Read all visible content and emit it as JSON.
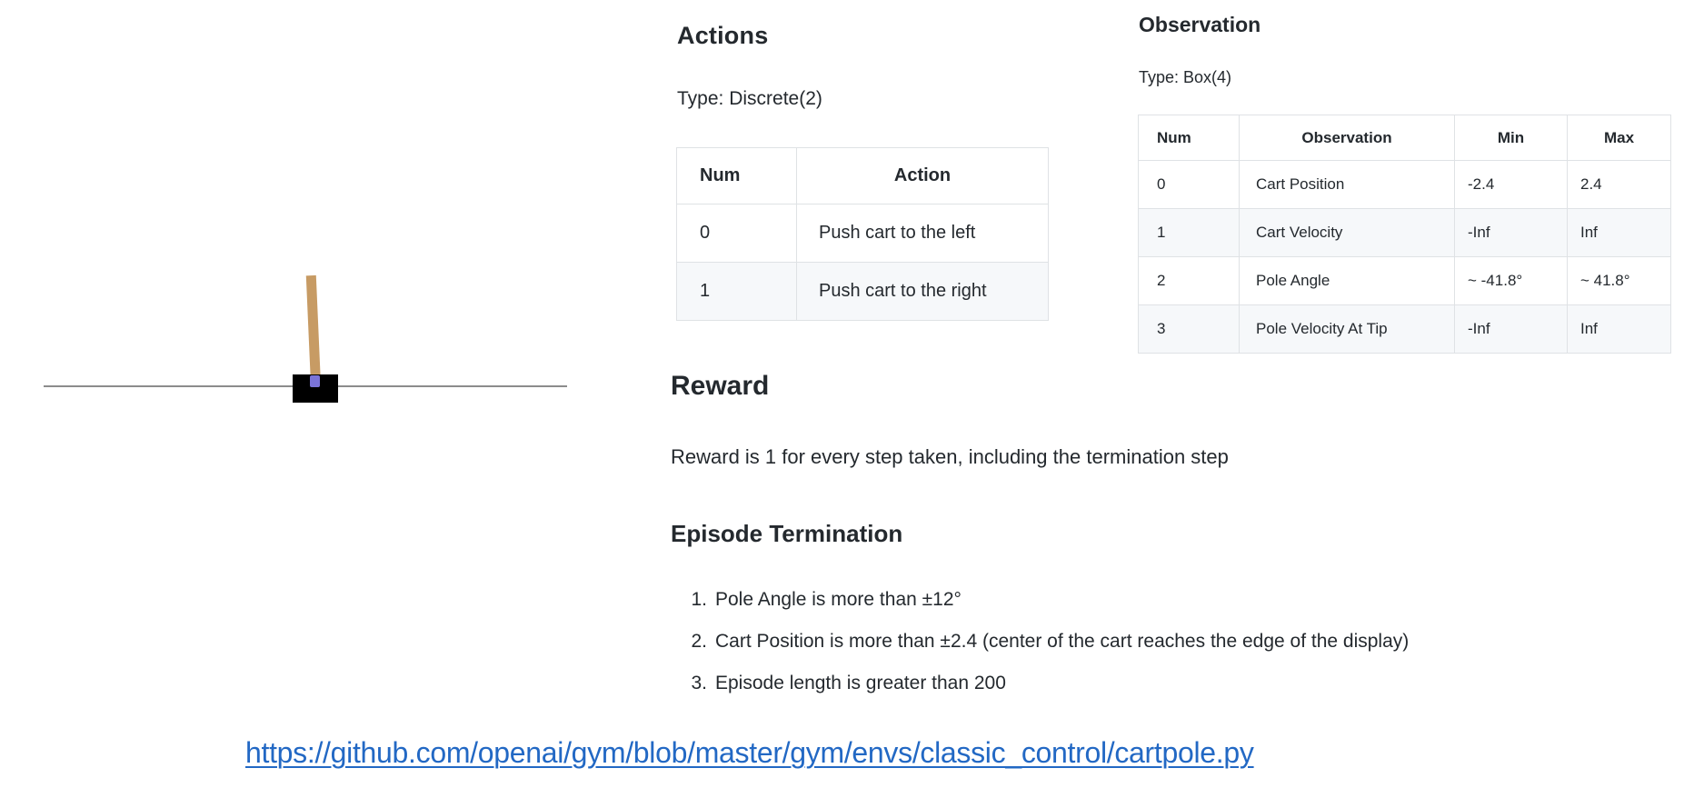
{
  "cartpole": {
    "track_color": "#8c8c8c",
    "cart_color": "#000000",
    "pole_color": "#c79b64",
    "axle_color": "#7b74d8"
  },
  "actions": {
    "title": "Actions",
    "type_label": "Type: Discrete(2)",
    "table": {
      "headers": [
        "Num",
        "Action"
      ],
      "rows": [
        [
          "0",
          "Push cart to the left"
        ],
        [
          "1",
          "Push cart to the right"
        ]
      ]
    }
  },
  "observation": {
    "title": "Observation",
    "type_label": "Type: Box(4)",
    "table": {
      "headers": [
        "Num",
        "Observation",
        "Min",
        "Max"
      ],
      "rows": [
        [
          "0",
          "Cart Position",
          "-2.4",
          "2.4"
        ],
        [
          "1",
          "Cart Velocity",
          "-Inf",
          "Inf"
        ],
        [
          "2",
          "Pole Angle",
          "~ -41.8°",
          "~ 41.8°"
        ],
        [
          "3",
          "Pole Velocity At Tip",
          "-Inf",
          "Inf"
        ]
      ]
    }
  },
  "reward": {
    "title": "Reward",
    "text": "Reward is 1 for every step taken, including the termination step"
  },
  "episode_termination": {
    "title": "Episode Termination",
    "items": [
      {
        "num": "1.",
        "text": "Pole Angle is more than ±12°"
      },
      {
        "num": "2.",
        "text": "Cart Position is more than ±2.4 (center of the cart reaches the edge of the display)"
      },
      {
        "num": "3.",
        "text": "Episode length is greater than 200"
      }
    ]
  },
  "source_link": {
    "text": "https://github.com/openai/gym/blob/master/gym/envs/classic_control/cartpole.py",
    "color": "#2268c4"
  }
}
